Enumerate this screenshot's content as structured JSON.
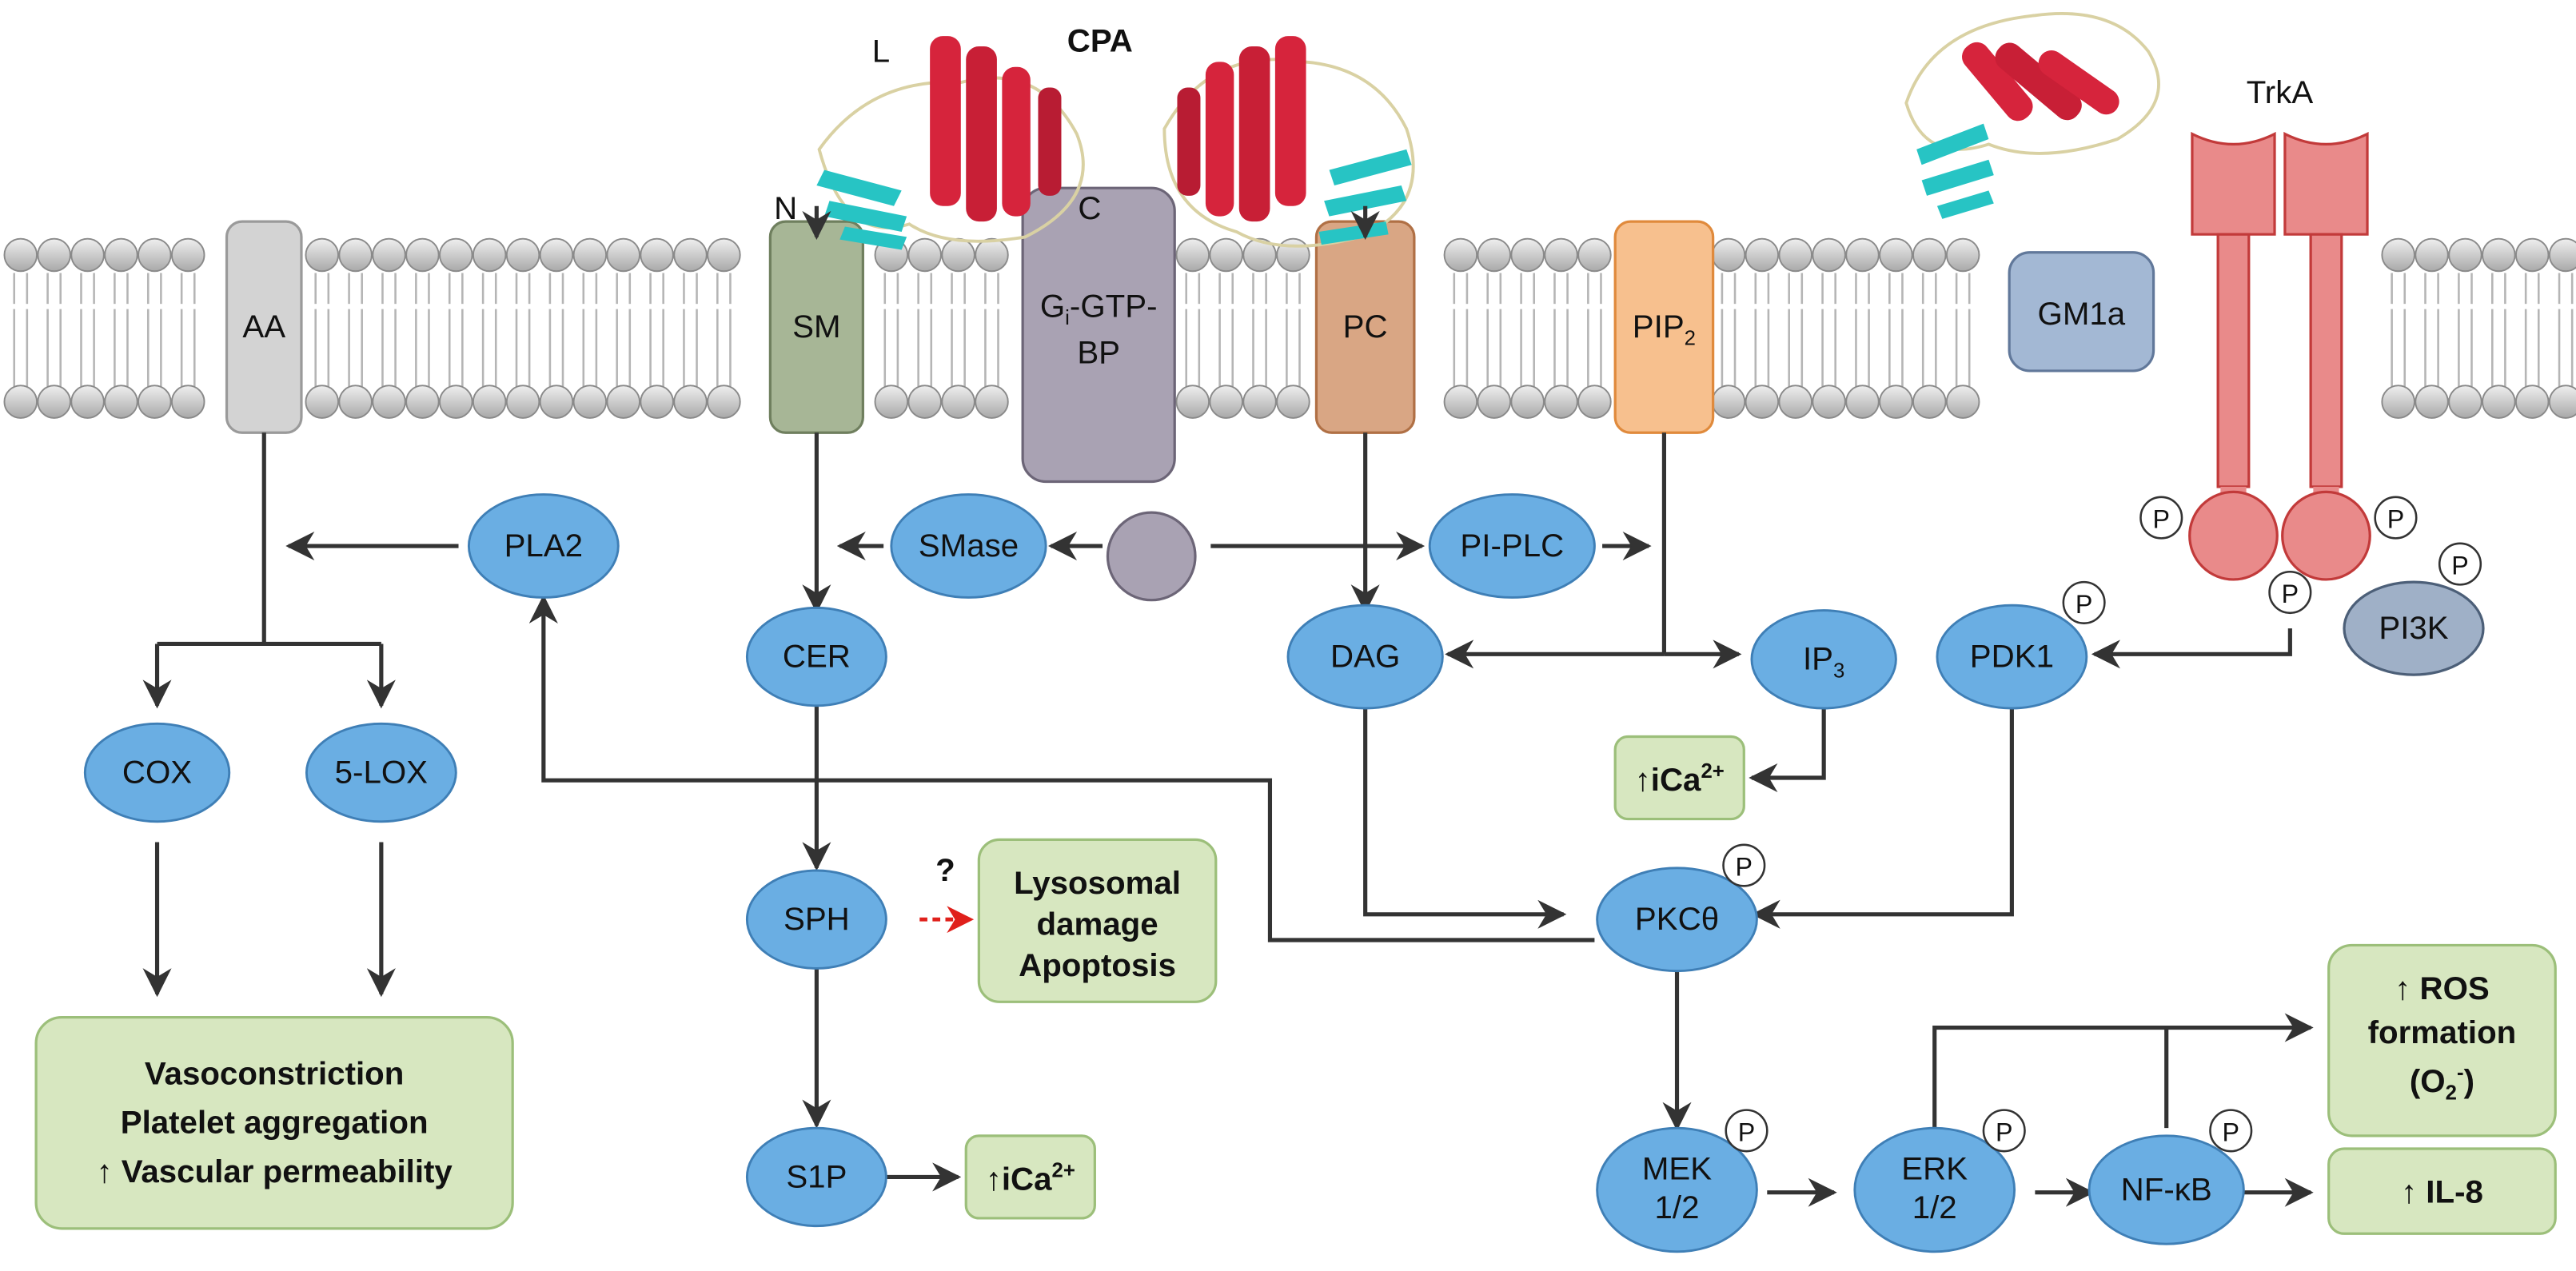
{
  "protein": {
    "title": "CPA",
    "terminal_n": "N",
    "terminal_c": "C",
    "loop_l": "L"
  },
  "receptor": {
    "name": "TrkA"
  },
  "membrane": {
    "aa": "AA",
    "sm": "SM",
    "gi_prefix": "G",
    "gi_sub": "i",
    "gi_suffix": "-GTP-",
    "gi_line2": "BP",
    "pc": "PC",
    "pip_prefix": "PIP",
    "pip_sub": "2",
    "gm1a": "GM1a"
  },
  "nodes": {
    "pla2": "PLA2",
    "smase": "SMase",
    "pi_plc": "PI-PLC",
    "cer": "CER",
    "dag": "DAG",
    "ip3_prefix": "IP",
    "ip3_sub": "3",
    "pdk1": "PDK1",
    "pi3k": "PI3K",
    "cox": "COX",
    "lox5": "5-LOX",
    "sph": "SPH",
    "pkc": "PKCθ",
    "s1p": "S1P",
    "mek_1": "MEK",
    "mek_2": "1/2",
    "erk_1": "ERK",
    "erk_2": "1/2",
    "nfkb": "NF-κB"
  },
  "phospho": "P",
  "outcomes": {
    "ica_prefix": "↑iCa",
    "ica_sup": "2+",
    "lyso_1": "Lysosomal",
    "lyso_2": "damage",
    "lyso_3": "Apoptosis",
    "question": "?",
    "vaso_1": "Vasoconstriction",
    "vaso_2": "Platelet aggregation",
    "vaso_3": "↑ Vascular permeability",
    "ros_1": "↑ ROS",
    "ros_2": "formation",
    "ros_3_prefix": "(O",
    "ros_3_sub": "2",
    "ros_3_sup": "-",
    "ros_3_suffix": ")",
    "il8": "↑ IL-8"
  },
  "colors": {
    "node_fill": "#6aaee3",
    "outcome_fill": "#d7e7c0",
    "receptor_fill": "#e98a8a",
    "helix": "#d6243c",
    "sheet": "#27c4c4"
  }
}
